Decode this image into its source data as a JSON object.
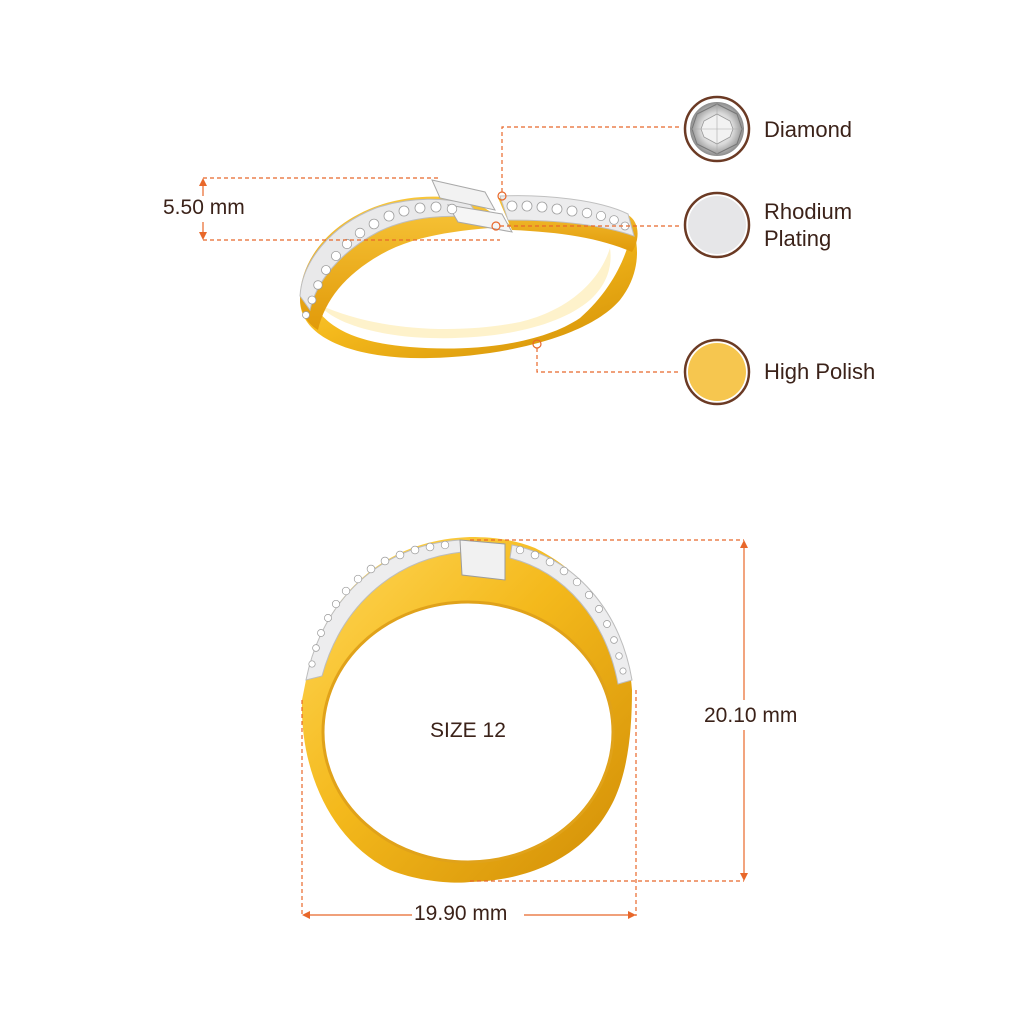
{
  "dimensions": {
    "height_top": "5.50 mm",
    "height_front": "20.10 mm",
    "width_front": "19.90 mm",
    "size": "SIZE 12"
  },
  "legend": [
    {
      "label": "Diamond",
      "swatch": "diamond-icon"
    },
    {
      "label": "Rhodium Plating",
      "swatch": "rhodium-swatch",
      "color": "#e6e6e8"
    },
    {
      "label": "High Polish",
      "swatch": "high-polish-swatch",
      "color": "#f6c64f"
    }
  ],
  "colors": {
    "dimension_line": "#e8672a",
    "gold": "#f4b91c",
    "gold_dark": "#d18d05",
    "swatch_border": "#6b3a24",
    "text": "#3b2219"
  }
}
